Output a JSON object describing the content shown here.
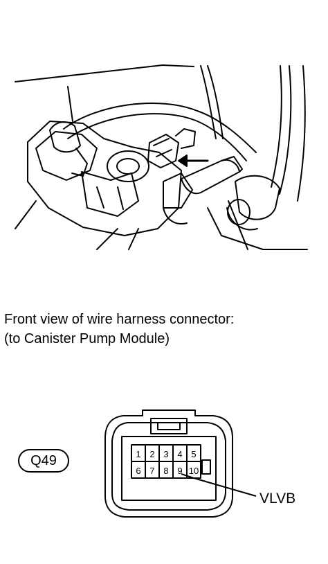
{
  "caption": {
    "line1": "Front view of wire harness connector:",
    "line2": "(to Canister Pump Module)"
  },
  "connector": {
    "code": "Q49",
    "pins_top": [
      "1",
      "2",
      "3",
      "4",
      "5"
    ],
    "pins_bottom": [
      "6",
      "7",
      "8",
      "9",
      "10"
    ],
    "callout": {
      "pin": "9",
      "label": "VLVB"
    }
  }
}
